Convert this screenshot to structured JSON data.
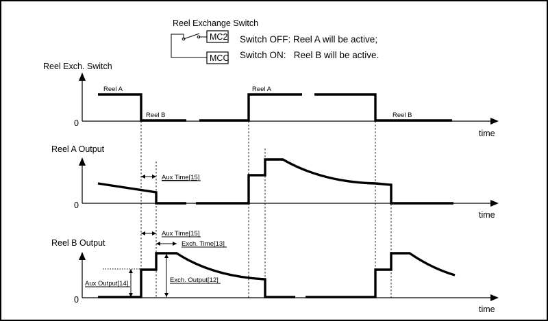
{
  "legend": {
    "title": "Reel Exchange Switch",
    "contact_top": "MC2",
    "contact_bottom": "MCC",
    "line_off": "Switch OFF: Reel A will be active;",
    "line_on": "Switch ON:   Reel B will be active."
  },
  "panels": {
    "switch": {
      "title": "Reel Exch. Switch",
      "zero": "0",
      "time": "time",
      "reel_a_1": "Reel A",
      "reel_b_1": "Reel B",
      "reel_a_2": "Reel A",
      "reel_b_2": "Reel B"
    },
    "reel_a": {
      "title": "Reel A Output",
      "zero": "0",
      "time": "time",
      "aux_time": "Aux Time[15]"
    },
    "reel_b": {
      "title": "Reel B Output",
      "zero": "0",
      "time": "time",
      "aux_time": "Aux Time[15]",
      "exch_time": "Exch. Time[13]",
      "aux_output": "Aux Output[14]",
      "exch_output": "Exch. Output[12]"
    }
  }
}
